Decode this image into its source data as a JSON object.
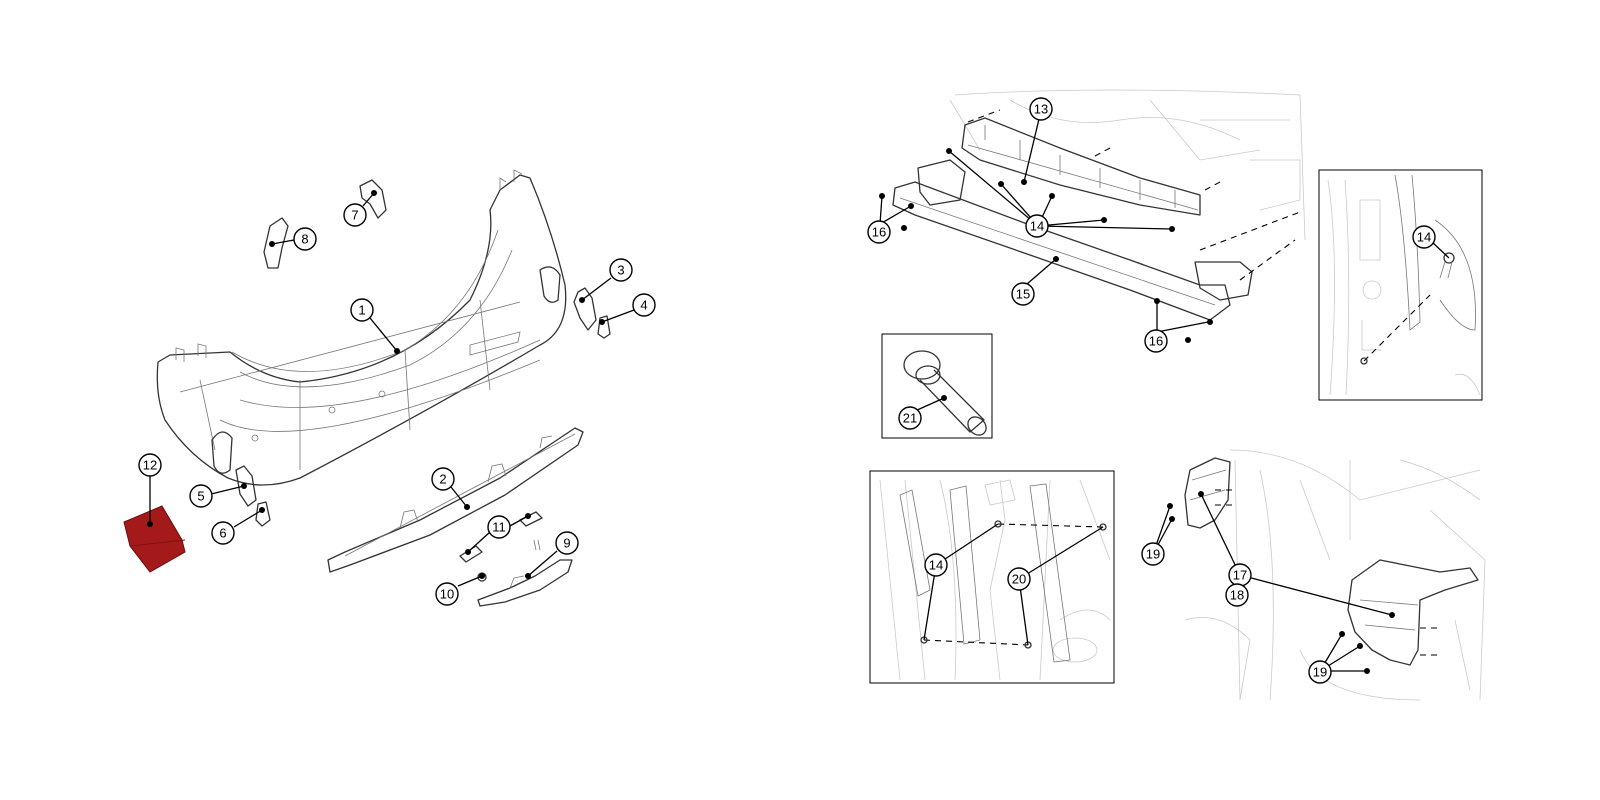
{
  "colors": {
    "highlight": "#a41a1a",
    "line": "#333333",
    "ghost": "#c9c9c9"
  },
  "callouts": {
    "c1": "1",
    "c2": "2",
    "c3": "3",
    "c4": "4",
    "c5": "5",
    "c6": "6",
    "c7": "7",
    "c8": "8",
    "c9": "9",
    "c10": "10",
    "c11": "11",
    "c12": "12",
    "c13": "13",
    "c14a": "14",
    "c14b": "14",
    "c14c": "14",
    "c15": "15",
    "c16a": "16",
    "c16b": "16",
    "c17": "17",
    "c18": "18",
    "c19a": "19",
    "c19b": "19",
    "c20": "20",
    "c21": "21"
  }
}
